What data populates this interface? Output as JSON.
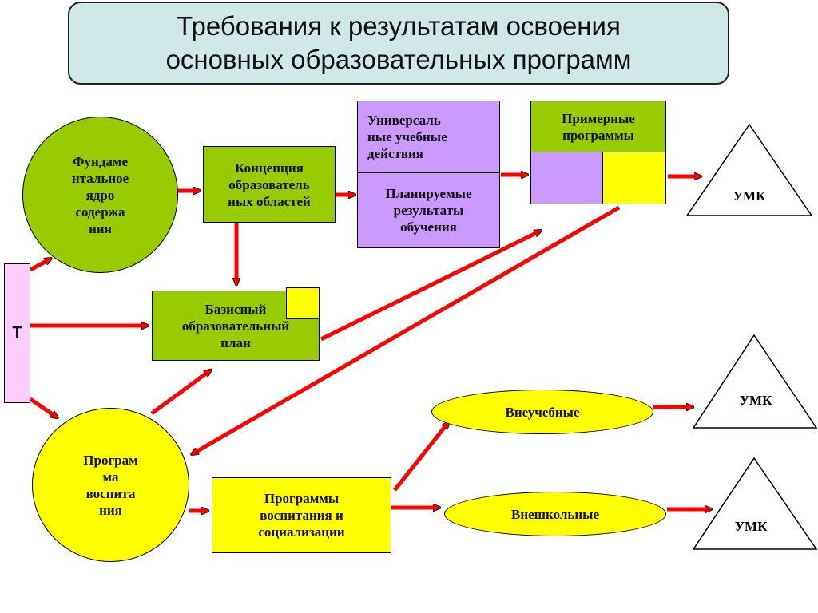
{
  "title": "Требования к результатам освоения\nосновных образовательных программ",
  "nodes": {
    "core": "Фундаме\nнтальное\nядро\nсодержа\nния",
    "concept": "Концепция\nобразователь\nных областей",
    "uud": "Универсаль\nные учебные\nдействия",
    "planned": "Планируемые\nрезультаты\nобучения",
    "sample": "Примерные\nпрограммы",
    "basic_plan": "Базисный\nобразовательный\nплан",
    "t": "Т",
    "upbringing": "Програм\nма\nвоспита\nния",
    "socialization": "Программы\nвоспитания и\nсоциализации",
    "extracurricular": "Внеучебные",
    "outofschool": "Внешкольные",
    "umk1": "УМК",
    "umk2": "УМК",
    "umk3": "УМК"
  },
  "colors": {
    "green": "#99cc00",
    "violet": "#cc99ff",
    "yellow": "#ffff00",
    "pink": "#ffccff",
    "arrow": "#ff0000",
    "title_bg": "#d0e8e8"
  }
}
